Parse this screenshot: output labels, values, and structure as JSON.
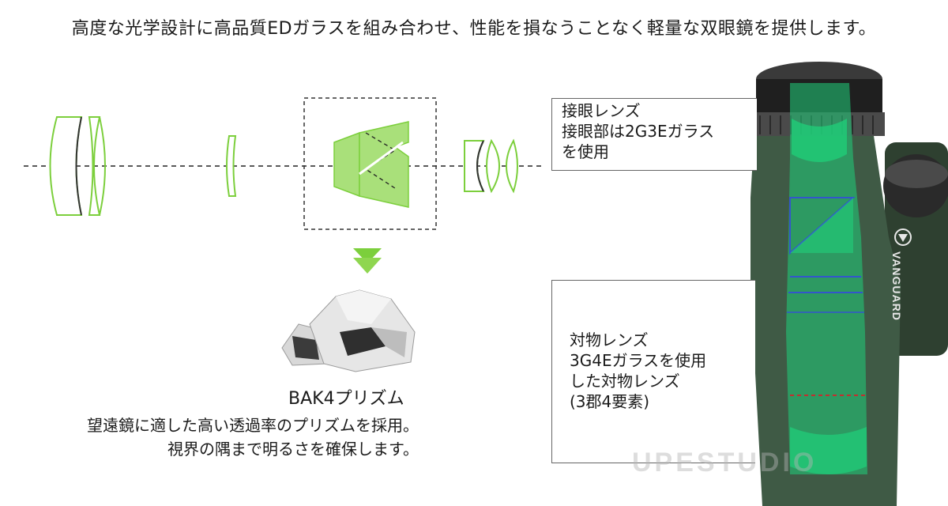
{
  "headline": "高度な光学設計に高品質EDガラスを組み合わせ、性能を損なうことなく軽量な双眼鏡を提供します。",
  "eyepiece": {
    "title": "接眼レンズ",
    "lines": [
      "接眼部は2G3Eガラス",
      "を使用"
    ]
  },
  "objective": {
    "title": "対物レンズ",
    "lines": [
      "3G4Eガラスを使用",
      "した対物レンズ",
      "(3郡4要素)"
    ]
  },
  "prism": {
    "name": "BAK4プリズム",
    "lines": [
      "望遠鏡に適した高い透過率のプリズムを採用。",
      "視界の隅まで明るさを確保します。"
    ]
  },
  "brand": "VANGUARD",
  "watermark": "UPESTUDIO",
  "colors": {
    "lens_green": "#7ccf3c",
    "prism_fill": "#a9e07a",
    "binocular_body": "#3f5a45",
    "glass_highlight": "#1fd07a"
  }
}
